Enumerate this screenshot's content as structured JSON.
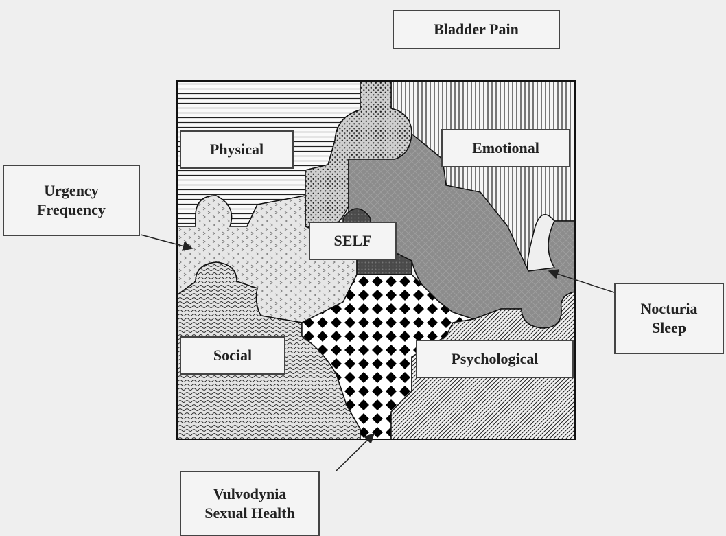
{
  "labels": {
    "bladder_pain": "Bladder Pain",
    "physical": "Physical",
    "emotional": "Emotional",
    "urgency_line1": "Urgency",
    "urgency_line2": "Frequency",
    "self": "SELF",
    "nocturia_line1": "Nocturia",
    "nocturia_line2": "Sleep",
    "social": "Social",
    "psychological": "Psychological",
    "vulvodynia_line1": "Vulvodynia",
    "vulvodynia_line2": "Sexual Health"
  },
  "colors": {
    "background": "#efefef",
    "line": "#222222",
    "label_fill": "#f4f4f4"
  }
}
